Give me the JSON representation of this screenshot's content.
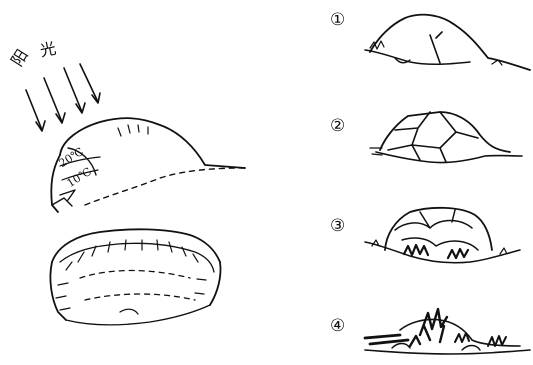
{
  "left": {
    "sunlight_chars": [
      "阳",
      "光"
    ],
    "temp_high": "20℃",
    "temp_low": "10℃"
  },
  "stages": [
    {
      "label": "①"
    },
    {
      "label": "②"
    },
    {
      "label": "③"
    },
    {
      "label": "④"
    }
  ]
}
